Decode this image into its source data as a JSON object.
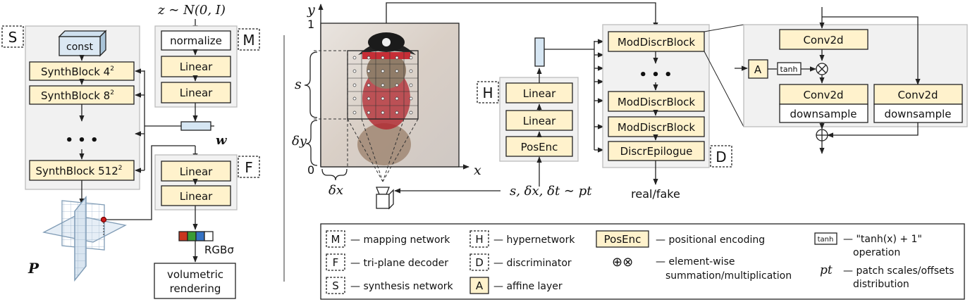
{
  "colors": {
    "block": "#fff2cc",
    "panel": "#f1f1f1",
    "vec": "#d6e6f3",
    "stroke": "#222222"
  },
  "generator": {
    "noise_label": "z ∼ N(0, I)",
    "w_label": "w",
    "p_label": "P",
    "rgb_label": "RGBσ",
    "render_label_1": "volumetric",
    "render_label_2": "rendering",
    "synthesis": {
      "tag": "S",
      "const": "const",
      "blocks": [
        "SynthBlock 4",
        "SynthBlock 8",
        "SynthBlock 512"
      ],
      "block_exponent": "2",
      "ellipsis": "• • •"
    },
    "mapping": {
      "tag": "M",
      "normalize": "normalize",
      "layers": [
        "Linear",
        "Linear"
      ]
    },
    "decoder": {
      "tag": "F",
      "layers": [
        "Linear",
        "Linear"
      ]
    }
  },
  "patch": {
    "axis_y": "y",
    "axis_x": "x",
    "tick_one": "1",
    "tick_zero": "0",
    "scale": "s",
    "offset_y": "δy",
    "offset_x": "δx",
    "sample_label": "s, δx, δt ∼ pt"
  },
  "hypernet": {
    "tag": "H",
    "layers": [
      "Linear",
      "Linear",
      "PosEnc"
    ]
  },
  "discriminator": {
    "tag": "D",
    "blocks": [
      "ModDiscrBlock",
      "ModDiscrBlock",
      "ModDiscrBlock",
      "DiscrEpilogue"
    ],
    "ellipsis": "• • •",
    "output": "real/fake"
  },
  "mod_block": {
    "conv_top": "Conv2d",
    "affine": "A",
    "tanh": "tanh",
    "conv_left": "Conv2d",
    "down_left": "downsample",
    "conv_right": "Conv2d",
    "down_right": "downsample"
  },
  "legend": [
    {
      "key": "M",
      "style": "dashed",
      "desc": "— mapping network"
    },
    {
      "key": "F",
      "style": "dashed",
      "desc": "— tri-plane decoder"
    },
    {
      "key": "S",
      "style": "dashed",
      "desc": "— synthesis network"
    },
    {
      "key": "H",
      "style": "dashed",
      "desc": "— hypernetwork"
    },
    {
      "key": "D",
      "style": "dashed",
      "desc": "— discriminator"
    },
    {
      "key": "A",
      "style": "block",
      "desc": "— affine layer"
    },
    {
      "key": "PosEnc",
      "style": "block",
      "desc": "— positional encoding"
    },
    {
      "key": "⊕⊗",
      "style": "none",
      "desc": "— element-wise",
      "desc2": "summation/multiplication"
    },
    {
      "key": "tanh",
      "style": "small",
      "desc": "— \"tanh(x) + 1\"",
      "desc2": "operation"
    },
    {
      "key": "pt",
      "style": "none",
      "desc": "— patch scales/offsets",
      "desc2": "distribution"
    }
  ]
}
